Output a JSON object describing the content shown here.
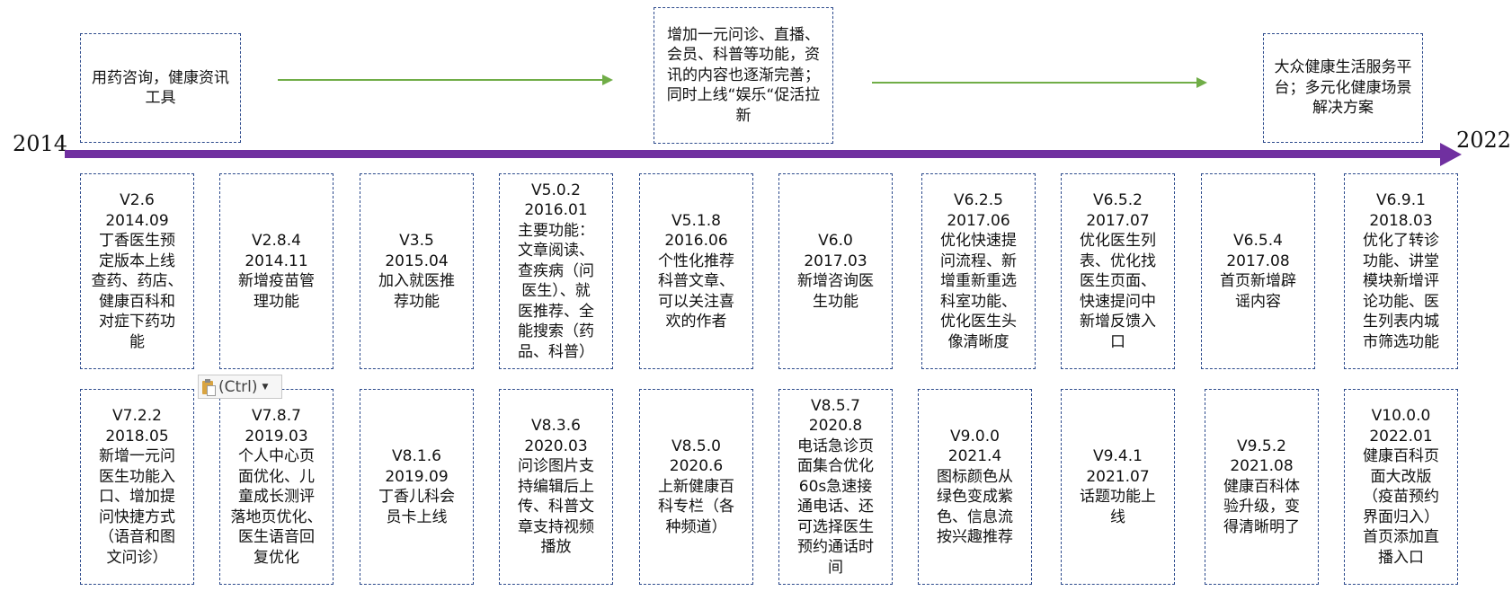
{
  "timeline": {
    "start_year": "2014",
    "end_year": "2022"
  },
  "phases": [
    {
      "text": "用药咨询，健康资讯工具"
    },
    {
      "text": "增加一元问诊、直播、会员、科普等功能，资讯的内容也逐渐完善；同时上线“娱乐“促活拉新"
    },
    {
      "text": "大众健康生活服务平台；多元化健康场景解决方案"
    }
  ],
  "versions_row1": [
    {
      "text": "V2.6\n2014.09\n丁香医生预\n定版本上线\n查药、药店、\n健康百科和\n对症下药功\n能"
    },
    {
      "text": "V2.8.4\n2014.11\n新增疫苗管\n理功能"
    },
    {
      "text": "V3.5\n2015.04\n加入就医推\n荐功能"
    },
    {
      "text": "V5.0.2\n2016.01\n主要功能：\n文章阅读、\n查疾病（问\n医生）、就\n医推荐、全\n能搜索（药\n品、科普）"
    },
    {
      "text": "V5.1.8\n2016.06\n个性化推荐\n科普文章、\n可以关注喜\n欢的作者"
    },
    {
      "text": "V6.0\n2017.03\n新增咨询医\n生功能"
    },
    {
      "text": "V6.2.5\n2017.06\n优化快速提\n问流程、新\n增重新重选\n科室功能、\n优化医生头\n像清晰度"
    },
    {
      "text": "V6.5.2\n2017.07\n优化医生列\n表、优化找\n医生页面、\n快速提问中\n新增反馈入\n口"
    },
    {
      "text": "V6.5.4\n2017.08\n首页新增辟\n谣内容"
    },
    {
      "text": "V6.9.1\n2018.03\n优化了转诊\n功能、讲堂\n模块新增评\n论功能、医\n生列表内城\n市筛选功能"
    }
  ],
  "versions_row2": [
    {
      "text": "V7.2.2\n2018.05\n新增一元问\n医生功能入\n口、增加提\n问快捷方式\n（语音和图\n文问诊）"
    },
    {
      "text": "V7.8.7\n2019.03\n个人中心页\n面优化、儿\n童成长测评\n落地页优化、\n医生语音回\n复优化"
    },
    {
      "text": "V8.1.6\n2019.09\n丁香儿科会\n员卡上线"
    },
    {
      "text": "V8.3.6\n2020.03\n问诊图片支\n持编辑后上\n传、科普文\n章支持视频\n播放"
    },
    {
      "text": "V8.5.0\n2020.6\n上新健康百\n科专栏（各\n种频道）"
    },
    {
      "text": "V8.5.7\n2020.8\n电话急诊页\n面集合优化\n60s急速接\n通电话、还\n可选择医生\n预约通话时\n间"
    },
    {
      "text": "V9.0.0\n2021.4\n图标颜色从\n绿色变成紫\n色、信息流\n按兴趣推荐"
    },
    {
      "text": "V9.4.1\n2021.07\n话题功能上\n线"
    },
    {
      "text": "V9.5.2\n2021.08\n健康百科体\n验升级，变\n得清晰明了"
    },
    {
      "text": "V10.0.0\n2022.01\n健康百科页\n面大改版\n（疫苗预约\n界面归入）\n首页添加直\n播入口"
    }
  ],
  "paste_options": {
    "label": "(Ctrl)"
  },
  "colors": {
    "timeline": "#7030a0",
    "arrow": "#70ad47",
    "box_border": "#2c4a8c"
  }
}
